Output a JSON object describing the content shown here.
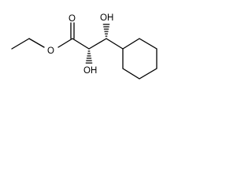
{
  "molecule": {
    "atoms": {
      "carbonyl_oxygen": "O",
      "ester_oxygen": "O",
      "hydroxyl_top": "OH",
      "hydroxyl_bottom": "OH"
    },
    "colors": {
      "bond": "#000000",
      "text": "#000000",
      "background": "#ffffff"
    }
  }
}
